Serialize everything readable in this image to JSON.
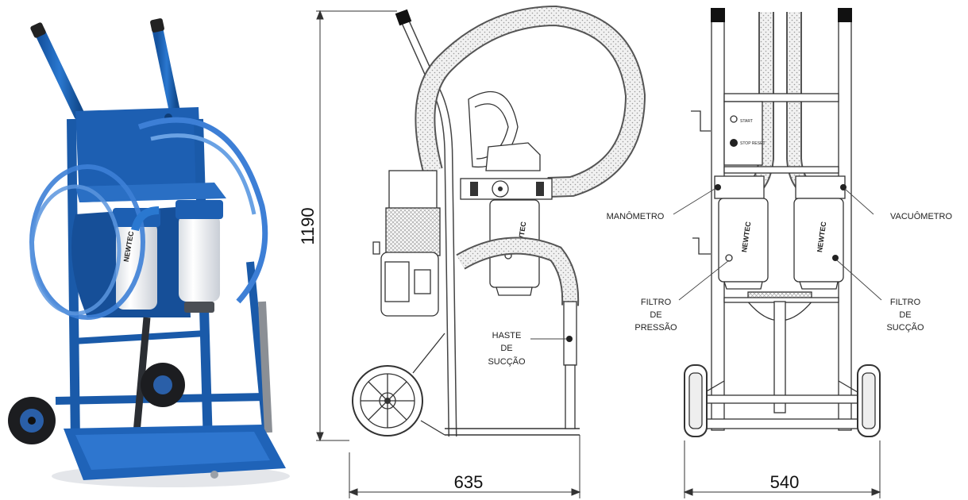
{
  "brand": {
    "photo_filter": "NEWTEC",
    "side_filter": "NEWTEC",
    "front_filter_left": "NEWTEC",
    "front_filter_right": "NEWTEC",
    "panel_button_start": "START",
    "panel_button_stop": "STOP RESET"
  },
  "dimensions": {
    "height": "1190",
    "side_width": "635",
    "front_width": "540"
  },
  "callouts": {
    "haste_de_succao": [
      "HASTE",
      "DE",
      "SUCÇÃO"
    ],
    "manometro": "MANÔMETRO",
    "vacuometro": "VACUÔMETRO",
    "filtro_pressao": [
      "FILTRO",
      "DE",
      "PRESSÃO"
    ],
    "filtro_succao": [
      "FILTRO",
      "DE",
      "SUCÇÃO"
    ]
  },
  "colors": {
    "cart_blue": "#1e63b8",
    "cart_dark": "#123f7a",
    "hose_blue": "#3d7fd6",
    "line": "#333333",
    "hose_fill": "#e9e9e9"
  }
}
